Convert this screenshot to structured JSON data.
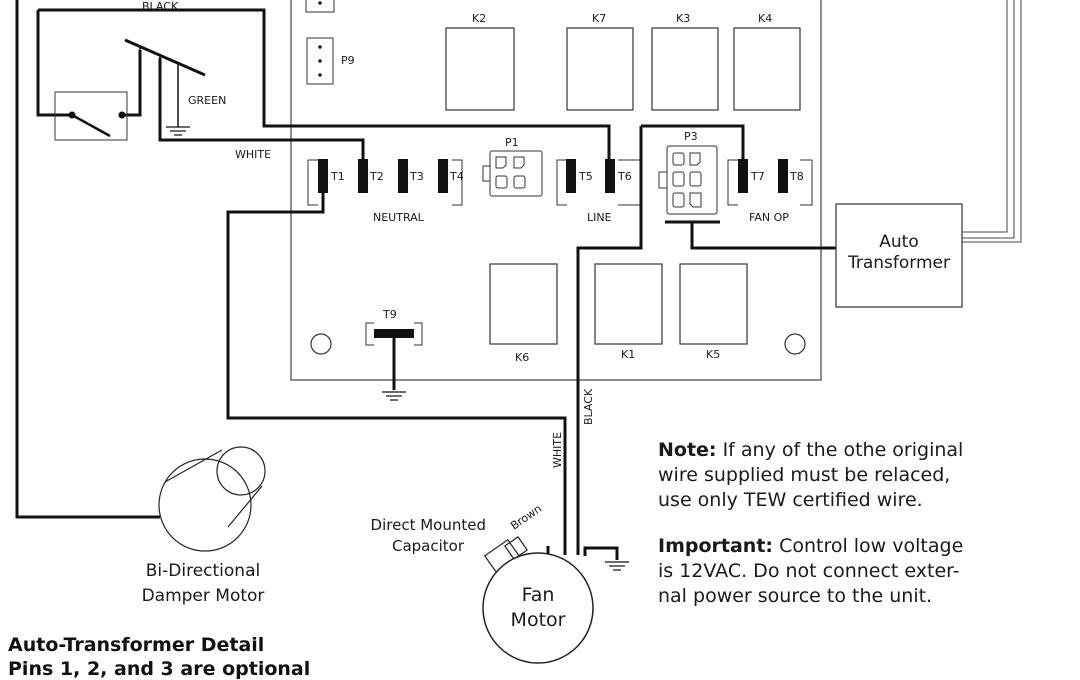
{
  "board": {
    "relays": [
      "K2",
      "K7",
      "K3",
      "K4",
      "K6",
      "K1",
      "K5"
    ],
    "connectors": [
      "P9",
      "P1",
      "P3"
    ],
    "terminals": [
      "T1",
      "T2",
      "T3",
      "T4",
      "T5",
      "T6",
      "T7",
      "T8",
      "T9"
    ],
    "groups": {
      "neutral": "NEUTRAL",
      "line": "LINE",
      "fan_op": "FAN OP"
    }
  },
  "wires": {
    "black": "BLACK",
    "green": "GREEN",
    "white": "WHITE",
    "brown": "Brown"
  },
  "components": {
    "auto_transformer": [
      "Auto",
      "Transformer"
    ],
    "damper_motor": [
      "Bi-Directional",
      "Damper Motor"
    ],
    "capacitor": [
      "Direct Mounted",
      "Capacitor"
    ],
    "fan_motor": [
      "Fan",
      "Motor"
    ]
  },
  "notes": {
    "note_label": "Note:",
    "note_lines": [
      "If any of the othe original",
      "wire supplied must be relaced,",
      "use only TEW certified wire."
    ],
    "important_label": "Important:",
    "important_lines": [
      "Control low voltage",
      "is 12VAC. Do not connect exter-",
      "nal power source to the unit."
    ]
  },
  "detail": {
    "title": "Auto-Transformer Detail",
    "subtitle": "Pins 1, 2, and 3 are optional"
  }
}
